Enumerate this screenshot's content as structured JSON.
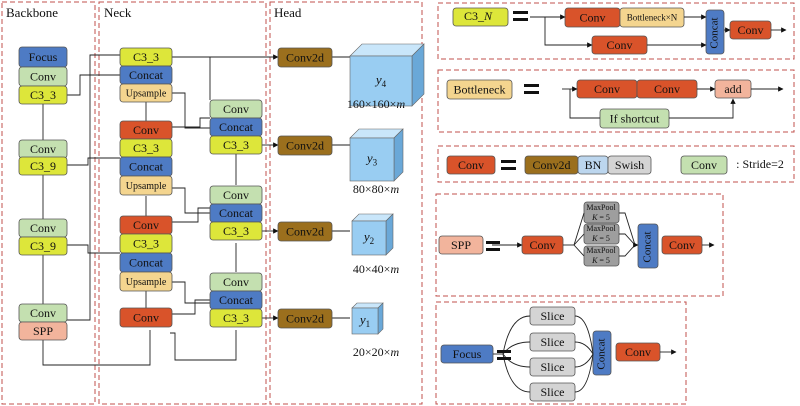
{
  "sections": {
    "backbone": "Backbone",
    "neck": "Neck",
    "head": "Head"
  },
  "colors": {
    "blue": "#4e7bc4",
    "green": "#c4e0b0",
    "yellow": "#dde63a",
    "orange": "#d9532a",
    "tan": "#f4d58f",
    "brown": "#9b6f1d",
    "salmon": "#f2b49c",
    "lightblue": "#bcd6ee",
    "gray": "#d4d4d4",
    "graydark": "#9e9e9e",
    "cube": "#99cdf2"
  },
  "backbone": {
    "focus": "Focus",
    "conv1": "Conv",
    "c3_1": "C3_3",
    "conv2": "Conv",
    "c3_2": "C3_9",
    "conv3": "Conv",
    "c3_3": "C3_9",
    "conv4": "Conv",
    "spp": "SPP"
  },
  "neck": {
    "g1": {
      "c3": "C3_3",
      "concat": "Concat",
      "upsample": "Upsample"
    },
    "g1r": {
      "conv": "Conv",
      "concat": "Concat",
      "c3": "C3_3"
    },
    "g2": {
      "conv": "Conv",
      "c3": "C3_3",
      "concat": "Concat",
      "upsample": "Upsample"
    },
    "g2r": {
      "conv": "Conv",
      "concat": "Concat",
      "c3": "C3_3"
    },
    "g3": {
      "conv": "Conv",
      "c3": "C3_3",
      "concat": "Concat",
      "upsample": "Upsample"
    },
    "g3r": {
      "conv": "Conv",
      "concat": "Concat",
      "c3": "C3_3"
    },
    "g4": {
      "conv": "Conv"
    }
  },
  "head": {
    "conv2d": "Conv2d",
    "outputs": [
      {
        "label": "y",
        "sub": "4",
        "size": "160×160×",
        "m": "m"
      },
      {
        "label": "y",
        "sub": "3",
        "size": "80×80×",
        "m": "m"
      },
      {
        "label": "y",
        "sub": "2",
        "size": "40×40×",
        "m": "m"
      },
      {
        "label": "y",
        "sub": "1",
        "size": "20×20×",
        "m": "m"
      }
    ]
  },
  "legend": {
    "c3n": {
      "c3": "C3_",
      "n": "N",
      "conv1": "Conv",
      "bottleneck": "Bottleneck×N",
      "conv2": "Conv",
      "concat": "Concat",
      "conv3": "Conv"
    },
    "bottleneck": {
      "title": "Bottleneck",
      "conv1": "Conv",
      "conv2": "Conv",
      "add": "add",
      "shortcut": "If shortcut"
    },
    "conv": {
      "title": "Conv",
      "conv2d": "Conv2d",
      "bn": "BN",
      "swish": "Swish",
      "stride_box": "Conv",
      "stride_text": ": Stride=2"
    },
    "spp": {
      "title": "SPP",
      "conv1": "Conv",
      "maxpool": "MaxPool",
      "k": "K",
      "kval": " = 5",
      "concat": "Concat",
      "conv2": "Conv"
    },
    "focus": {
      "title": "Focus",
      "slice": "Slice",
      "concat": "Concat",
      "conv": "Conv"
    }
  }
}
